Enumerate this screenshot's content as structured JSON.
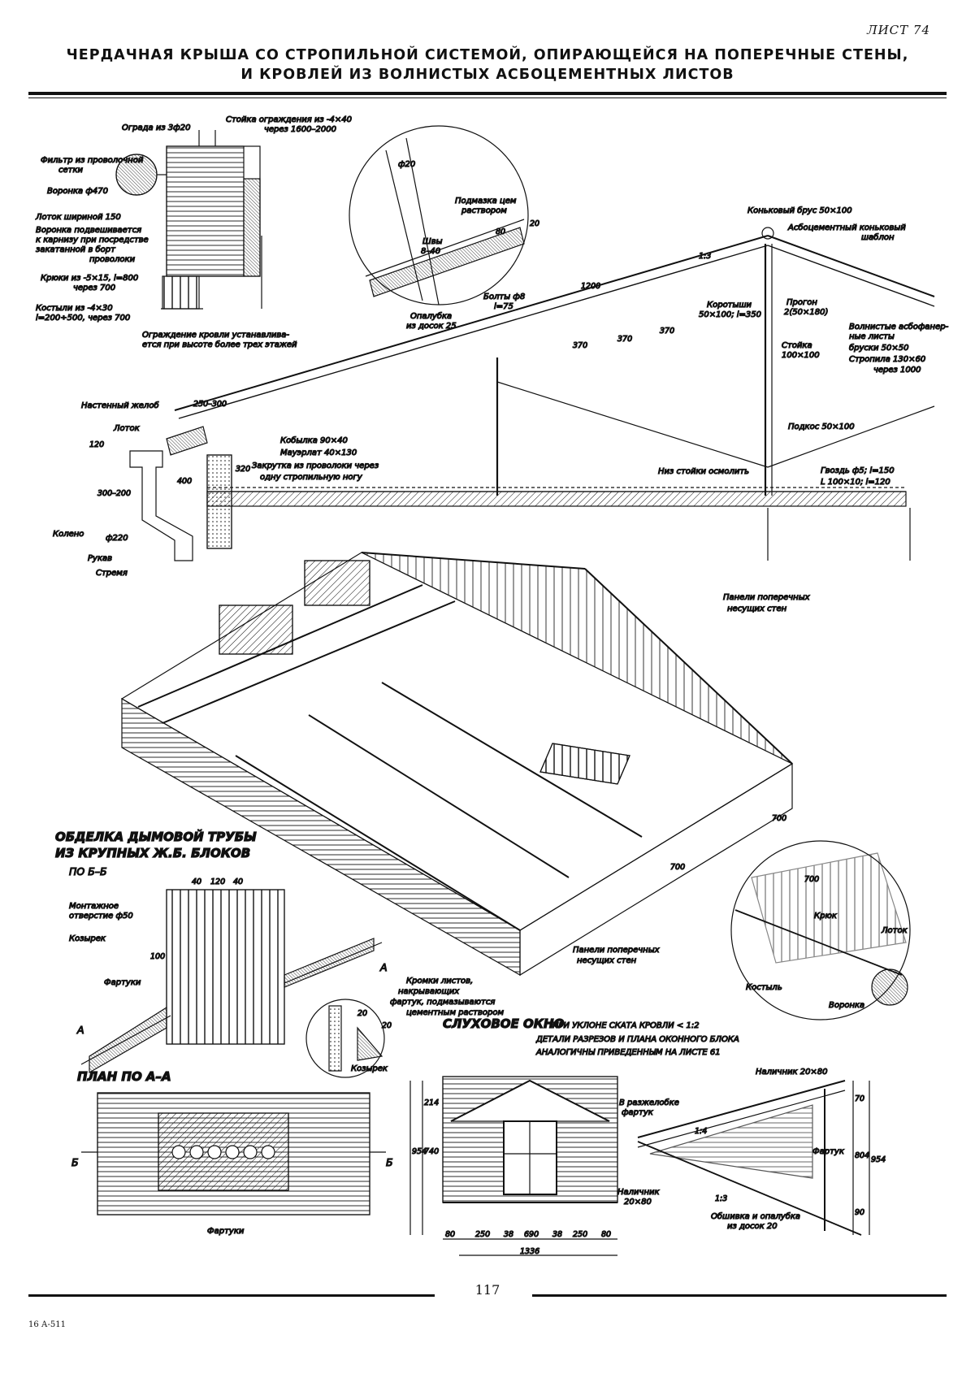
{
  "sheet_number": "ЛИСТ 74",
  "title_line1": "ЧЕРДАЧНАЯ КРЫША СО СТРОПИЛЬНОЙ СИСТЕМОЙ, ОПИРАЮЩЕЙСЯ НА ПОПЕРЕЧНЫЕ СТЕНЫ,",
  "title_line2": "И КРОВЛЕЙ ИЗ ВОЛНИСТЫХ АСБОЦЕМЕНТНЫХ ЛИСТОВ",
  "page_number": "117",
  "imprint": "16 А-511",
  "labels": {
    "fence": "Ограда из 3ф20",
    "fence_post_1": "Стойка ограждения из -4×40",
    "fence_post_2": "через 1600–2000",
    "filter_1": "Фильтр из проволочной",
    "filter_2": "сетки",
    "funnel": "Воронка ф470",
    "gutter_width": "Лоток шириной 150",
    "funnel_hang_1": "Воронка подвешивается",
    "funnel_hang_2": "к карнизу при посредстве",
    "funnel_hang_3": "закатанной в борт",
    "funnel_hang_4": "проволоки",
    "hooks_1": "Крюки из -5×15, l=800",
    "hooks_2": "через 700",
    "crutches_1": "Костыли из -4×30",
    "crutches_2": "l=200÷500, через 700",
    "guard_1": "Ограждение кровли устанавлива-",
    "guard_2": "ется при высоте более трех этажей",
    "phi20": "ф20",
    "seams_1": "Швы",
    "seams_2": "8–40",
    "mortar_1": "Подмазка цем",
    "mortar_2": "раствором",
    "bolts_1": "Болты ф8",
    "bolts_2": "l=75",
    "sheathing_1": "Опалубка",
    "sheathing_2": "из досок 25",
    "dim_80": "80",
    "dim_20": "20",
    "ridge_beam": "Коньковый брус 50×100",
    "ridge_template_1": "Асбоцементный коньковый",
    "ridge_template_2": "шаблон",
    "slope_13": "1:3",
    "dim_1200": "1200",
    "shorts_1": "Коротыши",
    "shorts_2": "50×100; l=350",
    "purlin_1": "Прогон",
    "purlin_2": "2(50×180)",
    "post_1": "Стойка",
    "post_2": "100×100",
    "corrugated_1": "Волнистые асбофанер-",
    "corrugated_2": "ные листы",
    "corrugated_3": "бруски 50×50",
    "corrugated_4": "Стропила 130×60",
    "corrugated_5": "через 1000",
    "dim_370a": "370",
    "dim_370b": "370",
    "dim_370c": "370",
    "wall_gutter": "Настенный желоб",
    "tray": "Лоток",
    "dim_250": "250–300",
    "dim_120": "120",
    "cantilever": "Кобылка 90×40",
    "wallplate": "Мауэрлат 40×130",
    "twist_1": "Закрутка из проволоки через",
    "twist_2": "одну стропильную ногу",
    "dim_320": "320",
    "dim_400": "400",
    "dim_300_200": "300–200",
    "strut": "Подкос 50×100",
    "post_bottom": "Низ стойки осмолить",
    "nail_1": "Гвоздь ф5; l=150",
    "nail_2": "L 100×10; l=120",
    "elbow": "Колено",
    "phi220": "ф220",
    "sleeve": "Рукав",
    "stirrup": "Стремя",
    "panels_1": "Панели поперечных",
    "panels_2": "несущих стен",
    "panels_b1": "Панели поперечных",
    "panels_b2": "несущих стен",
    "chimney_title_1": "ОБДЕЛКА ДЫМОВОЙ ТРУБЫ",
    "chimney_title_2": "ИЗ КРУПНЫХ Ж.Б. БЛОКОВ",
    "section_bb": "ПО Б–Б",
    "dim_40a": "40",
    "dim_120b": "120",
    "dim_40b": "40",
    "mount_hole_1": "Монтажное",
    "mount_hole_2": "отверстие ф50",
    "visor": "Козырек",
    "dim_100": "100",
    "aprons": "Фартуки",
    "mark_a1": "А",
    "mark_a2": "А",
    "edges_1": "Кромки листов,",
    "edges_2": "накрывающих",
    "edges_3": "фартук, подмазываются",
    "edges_4": "цементным раствором",
    "dim_20a": "20",
    "dim_20b": "20",
    "visor_b": "Козырек",
    "plan_aa": "ПЛАН ПО А–А",
    "mark_b1": "Б",
    "mark_b2": "Б",
    "aprons_b": "Фартуки",
    "dim_700a": "700",
    "dim_700b": "700",
    "dim_700c": "700",
    "hook_c": "Крюк",
    "tray_c": "Лоток",
    "crutch_c": "Костыль",
    "funnel_c": "Воронка",
    "dormer_title": "СЛУХОВОЕ ОКНО",
    "dormer_note_1": "ПРИ УКЛОНЕ СКАТА КРОВЛИ < 1:2",
    "dormer_note_2": "ДЕТАЛИ РАЗРЕЗОВ И ПЛАНА ОКОННОГО БЛОКА",
    "dormer_note_3": "АНАЛОГИЧНЫ ПРИВЕДЕННЫМ НА ЛИСТЕ 61",
    "casing_top": "Наличник 20×80",
    "valley_1": "В разжелобке",
    "valley_2": "фартук",
    "slope_14": "1:4",
    "slope_13b": "1:3",
    "apron_d": "Фартук",
    "dim_70": "70",
    "dim_804": "804",
    "dim_954a": "954",
    "dim_90": "90",
    "dim_214": "214",
    "dim_740": "740",
    "dim_954b": "954",
    "casing_1": "Наличник",
    "casing_2": "20×80",
    "cladding_1": "Обшивка и опалубка",
    "cladding_2": "из досок 20",
    "dim_80a": "80",
    "dim_250a": "250",
    "dim_38a": "38",
    "dim_690": "690",
    "dim_38b": "38",
    "dim_250b": "250",
    "dim_80b": "80",
    "dim_1336": "1336"
  }
}
